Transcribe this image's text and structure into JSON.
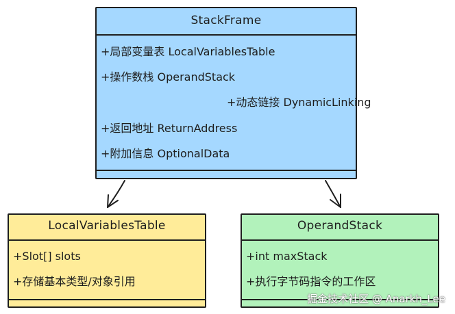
{
  "colors": {
    "stack_frame_fill": "#a5d8ff",
    "local_vars_fill": "#ffec99",
    "operand_stack_fill": "#b2f2bb",
    "stroke": "#1e1e1e"
  },
  "stack_frame": {
    "title": "StackFrame",
    "attributes": [
      "+局部变量表 LocalVariablesTable",
      "+操作数栈 OperandStack",
      "+动态链接 DynamicLinking",
      "+返回地址 ReturnAddress",
      "+附加信息 OptionalData"
    ]
  },
  "local_variables_table": {
    "title": "LocalVariablesTable",
    "attributes": [
      "+Slot[] slots",
      "+存储基本类型/对象引用"
    ]
  },
  "operand_stack": {
    "title": "OperandStack",
    "attributes": [
      "+int maxStack",
      "+执行字节码指令的工作区"
    ]
  },
  "watermark": "掘金技术社区 @ Anarkh_Lee"
}
